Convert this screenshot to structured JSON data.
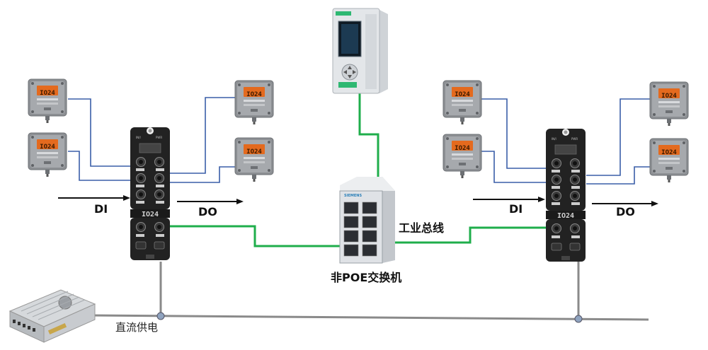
{
  "labels": {
    "di": "DI",
    "do": "DO",
    "fieldbus": "工业总线",
    "switch": "非POE交换机",
    "dc_power": "直流供电"
  },
  "sensor_brand": "IO24",
  "colors": {
    "io_signal_line": "#3a5ea8",
    "bus_line": "#1fae4b",
    "power_line": "#8a8a8a",
    "sensor_body": "#8c8f93",
    "sensor_display": "#e46a1e",
    "module_body": "#222222",
    "plc_body": "#e3e6e9",
    "plc_accent": "#2eb872",
    "switch_body": "#dfe2e6"
  }
}
